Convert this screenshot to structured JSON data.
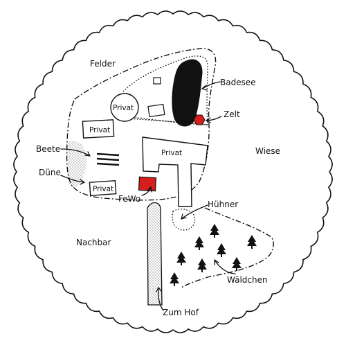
{
  "labels": {
    "felder": "Felder",
    "badesee": "Badesee",
    "zelt": "Zelt",
    "privat_circle": "Privat",
    "privat_left": "Privat",
    "privat_main": "Privat",
    "privat_small": "Privat",
    "wiese": "Wiese",
    "beete": "Beete",
    "duene": "Düne",
    "fewo": "FeWo",
    "huehner": "Hühner",
    "nachbar": "Nachbar",
    "waeldchen": "Wäldchen",
    "zum_hof": "Zum Hof"
  },
  "colors": {
    "ink": "#111111",
    "fewo": "#d61e1e",
    "zelt": "#d61e1e"
  }
}
